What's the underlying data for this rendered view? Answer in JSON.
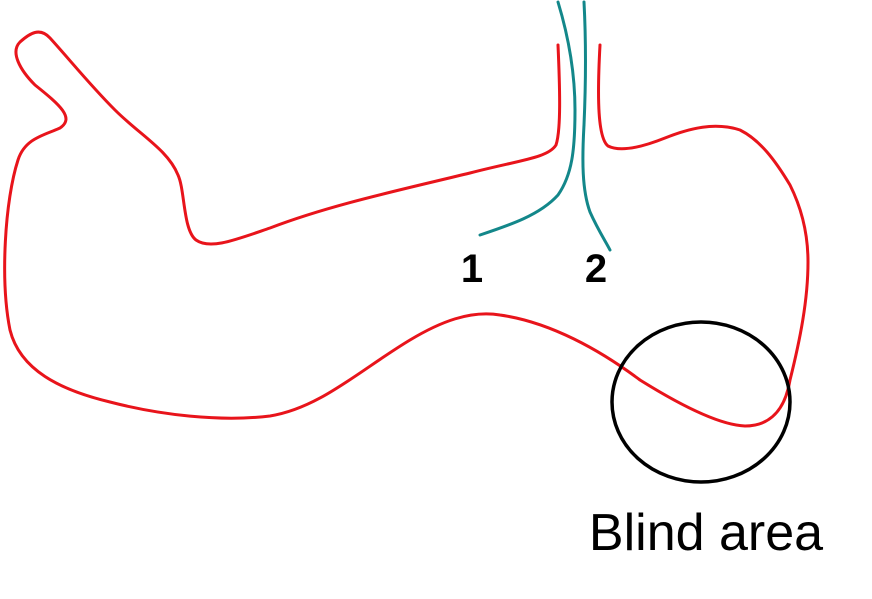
{
  "colors": {
    "outline": "#e8141b",
    "scope": "#13878a",
    "ring": "#000000",
    "text": "#000000",
    "background": "#ffffff"
  },
  "labels": {
    "scope_1": "1",
    "scope_2": "2",
    "blind_area": "Blind area"
  }
}
